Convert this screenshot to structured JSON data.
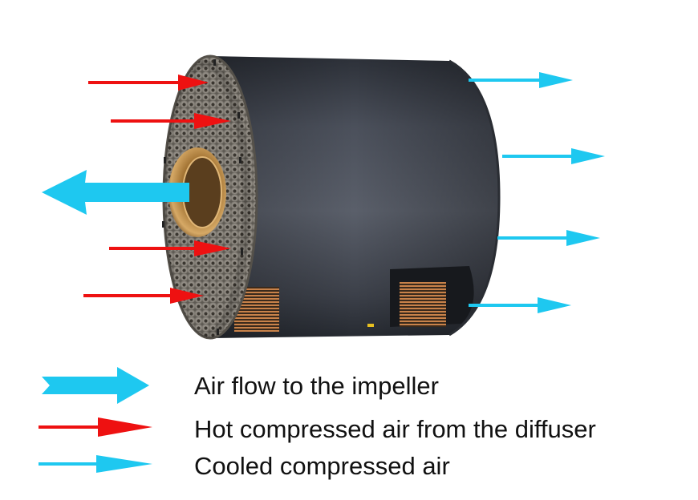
{
  "legend": {
    "items": [
      {
        "label": "Air flow to the impeller",
        "icon": "thick-cyan-double-arrow-icon",
        "color": "#1ec8f0"
      },
      {
        "label": "Hot compressed air from the diffuser",
        "icon": "red-arrow-icon",
        "color": "#ee1111"
      },
      {
        "label": "Cooled compressed air",
        "icon": "thin-cyan-arrow-icon",
        "color": "#1ec8f0"
      }
    ]
  },
  "colors": {
    "hot_air": "#ee1111",
    "cooled_air": "#1ec8f0",
    "impeller_air": "#1ec8f0",
    "housing": "#4a4f5a",
    "end_plate": "#8f8a82",
    "bore": "#b8864a"
  }
}
